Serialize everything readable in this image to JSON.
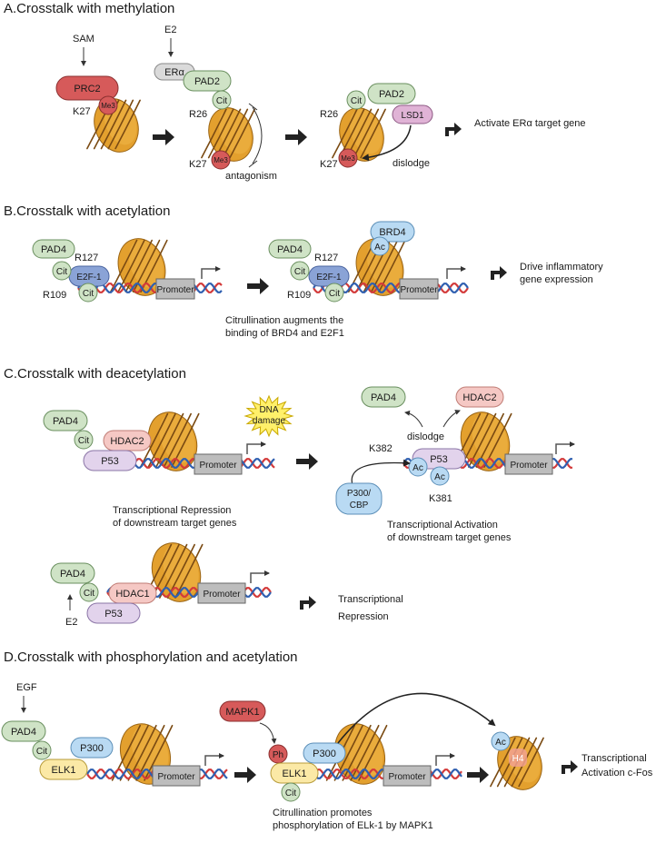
{
  "colors": {
    "nucleosome": "#E3A02E",
    "nucleosome_band": "#7A4A12",
    "green_pill": "#CFE3C6",
    "red_pill": "#D65A5A",
    "blue_pill": "#B9DAF3",
    "purple_pill": "#E2D3EC",
    "e2f1": "#8AA3D6",
    "hdac": "#F5C8C4",
    "elk1": "#FBE9A6",
    "promoter": "#BDBDBD",
    "dna_red": "#D33A3A",
    "dna_blue": "#2F5FB0",
    "arrow": "#222222"
  },
  "sections": {
    "A": {
      "title": "A.Crosstalk with methylation",
      "sam": "SAM",
      "prc2": "PRC2",
      "me3": "Me3",
      "k27": "K27",
      "e2": "E2",
      "era": "ERα",
      "pad2": "PAD2",
      "cit": "Cit",
      "r26": "R26",
      "antagonism": "antagonism",
      "lsd1": "LSD1",
      "dislodge": "dislodge",
      "activate": "Activate ERα target gene"
    },
    "B": {
      "title": "B.Crosstalk with acetylation",
      "pad4": "PAD4",
      "cit": "Cit",
      "e2f1": "E2F-1",
      "r127": "R127",
      "r109": "R109",
      "promoter": "Promoter",
      "brd4": "BRD4",
      "ac": "Ac",
      "caption_line1": "Citrullination augments the",
      "caption_line2": "binding of BRD4 and E2F1",
      "result_line1": "Drive inflammatory",
      "result_line2": "gene expression"
    },
    "C": {
      "title": "C.Crosstalk with deacetylation",
      "pad4": "PAD4",
      "cit": "Cit",
      "hdac2": "HDAC2",
      "p53": "P53",
      "promoter": "Promoter",
      "dna_damage_line1": "DNA",
      "dna_damage_line2": "damage",
      "dislodge": "dislodge",
      "k382": "K382",
      "k381": "K381",
      "ac": "Ac",
      "p300_line1": "P300/",
      "p300_line2": "CBP",
      "rep_cap_line1": "Transcriptional Repression",
      "rep_cap_line2": "of downstream target genes",
      "act_cap_line1": "Transcriptional Activation",
      "act_cap_line2": "of downstream target genes",
      "hdac1": "HDAC1",
      "e2": "E2",
      "result_line1": "Transcriptional",
      "result_line2": "Repression"
    },
    "D": {
      "title": "D.Crosstalk with phosphorylation and acetylation",
      "egf": "EGF",
      "pad4": "PAD4",
      "cit": "Cit",
      "p300": "P300",
      "elk1": "ELK1",
      "promoter": "Promoter",
      "mapk1": "MAPK1",
      "ph": "Ph",
      "ac": "Ac",
      "h4": "H4",
      "caption_line1": "Citrullination promotes",
      "caption_line2": "phosphorylation of ELk-1 by MAPK1",
      "result_line1": "Transcriptional",
      "result_line2": "Activation c-Fos"
    }
  }
}
